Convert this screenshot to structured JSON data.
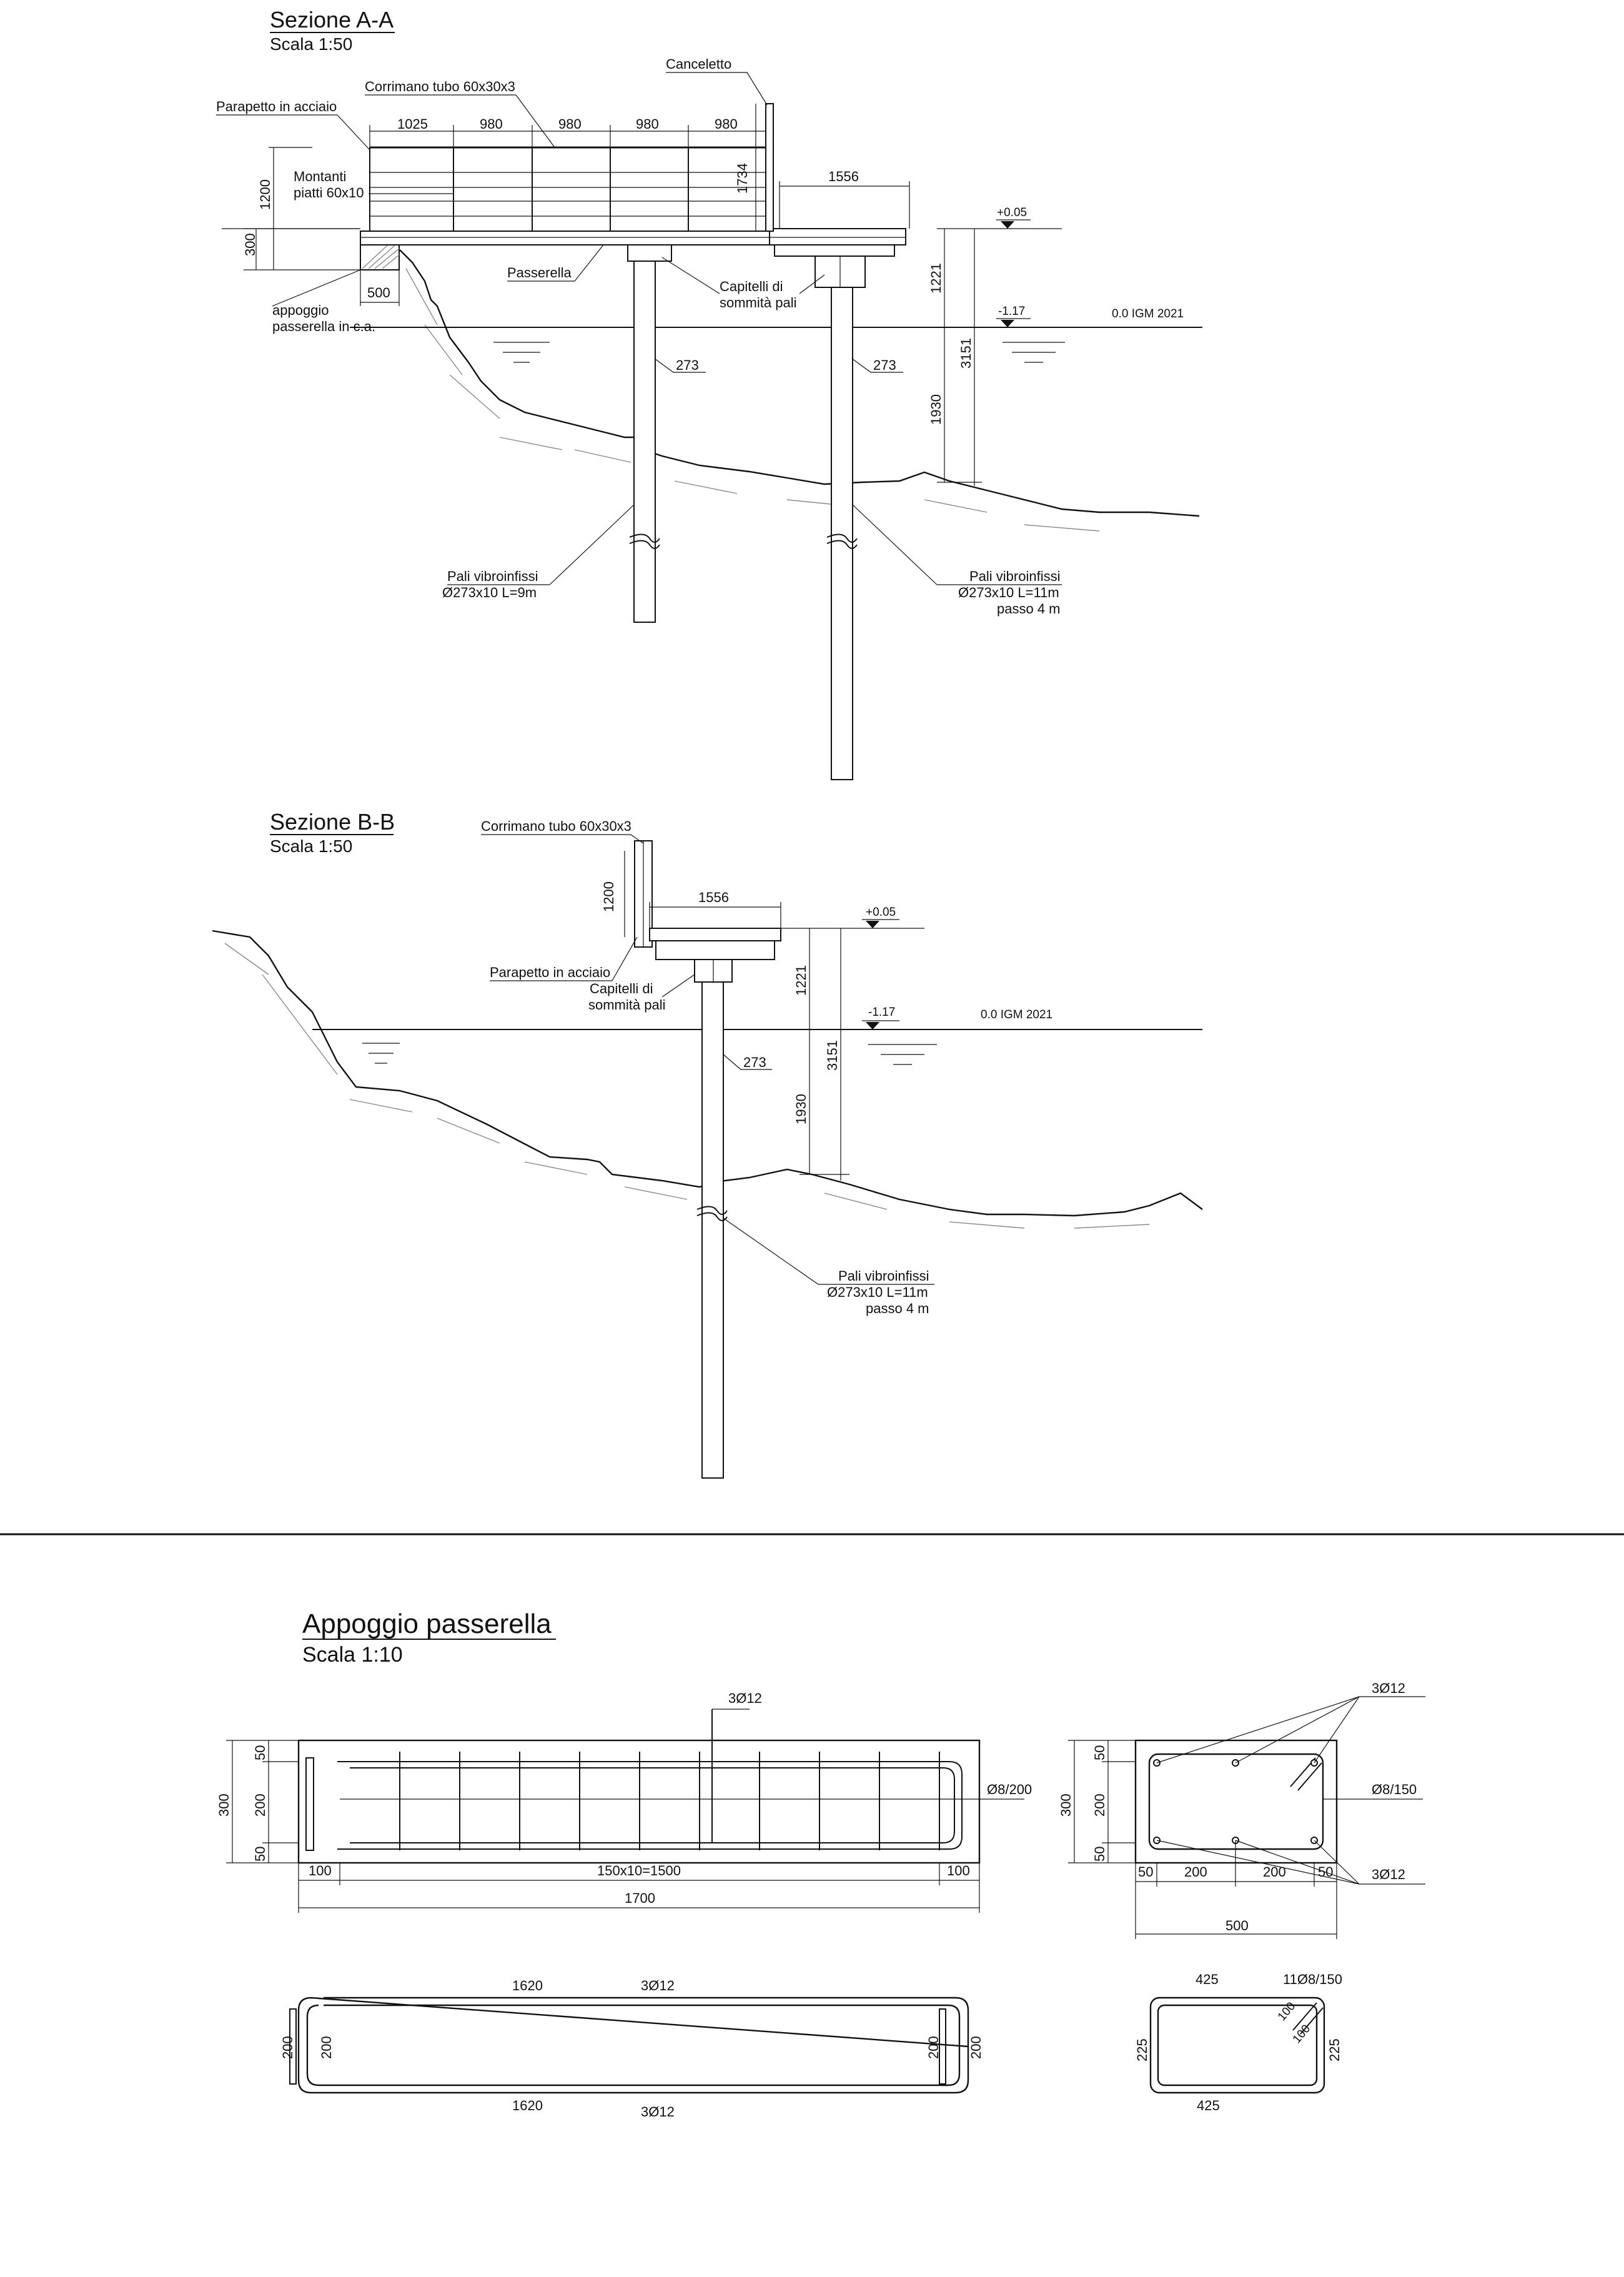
{
  "section_a": {
    "title": "Sezione A-A",
    "scale": "Scala 1:50",
    "labels": {
      "parapetto": "Parapetto in acciaio",
      "corrimano": "Corrimano tubo 60x30x3",
      "canceletto": "Canceletto",
      "montanti_1": "Montanti",
      "montanti_2": "piatti 60x10",
      "passerella": "Passerella",
      "capitelli_1": "Capitelli di",
      "capitelli_2": "sommità pali",
      "appoggio_1": "appoggio",
      "appoggio_2": "passerella in c.a.",
      "pali_left_1": "Pali vibroinfissi",
      "pali_left_2": "Ø273x10 L=9m",
      "pali_right_1": "Pali vibroinfissi",
      "pali_right_2": "Ø273x10 L=11m",
      "pali_right_3": "passo 4 m",
      "igm": "0.0 IGM 2021",
      "elev_top": "+0.05",
      "elev_water": "-1.17"
    },
    "dims": {
      "d1025": "1025",
      "d980a": "980",
      "d980b": "980",
      "d980c": "980",
      "d980d": "980",
      "d1734": "1734",
      "d1556": "1556",
      "d1200": "1200",
      "d300": "300",
      "d500": "500",
      "d1221": "1221",
      "d3151": "3151",
      "d1930": "1930",
      "d273a": "273",
      "d273b": "273"
    }
  },
  "section_b": {
    "title": "Sezione B-B",
    "scale": "Scala 1:50",
    "labels": {
      "corrimano": "Corrimano tubo 60x30x3",
      "parapetto": "Parapetto in acciaio",
      "capitelli_1": "Capitelli di",
      "capitelli_2": "sommità pali",
      "pali_1": "Pali vibroinfissi",
      "pali_2": "Ø273x10 L=11m",
      "pali_3": "passo 4 m",
      "igm": "0.0 IGM 2021",
      "elev_top": "+0.05",
      "elev_water": "-1.17"
    },
    "dims": {
      "d1200": "1200",
      "d1556": "1556",
      "d1221": "1221",
      "d3151": "3151",
      "d1930": "1930",
      "d273": "273"
    }
  },
  "appoggio": {
    "title": "Appoggio passerella",
    "scale": "Scala 1:10",
    "long_view": {
      "bar_top": "3Ø12",
      "stirrups": "Ø8/200",
      "d300": "300",
      "d50a": "50",
      "d200": "200",
      "d50b": "50",
      "d100a": "100",
      "d150x10": "150x10=1500",
      "d100b": "100",
      "d1700": "1700"
    },
    "cross_view": {
      "bar_top": "3Ø12",
      "stirrups": "Ø8/150",
      "bar_bottom": "3Ø12",
      "d300": "300",
      "d50a": "50",
      "d200": "200",
      "d50b": "50",
      "d50c": "50",
      "d200a": "200",
      "d200b": "200",
      "d50d": "50",
      "d500": "500"
    },
    "bar_shape": {
      "top_len": "1620",
      "top_bar": "3Ø12",
      "bot_len": "1620",
      "bot_bar": "3Ø12",
      "h_out_left": "200",
      "h_in_left": "200",
      "h_in_right": "200",
      "h_out_right": "200"
    },
    "stirrup_shape": {
      "top_len": "425",
      "bar": "11Ø8/150",
      "bot_len": "425",
      "h_left": "225",
      "h_right": "225",
      "hook_a": "100",
      "hook_b": "100"
    }
  }
}
